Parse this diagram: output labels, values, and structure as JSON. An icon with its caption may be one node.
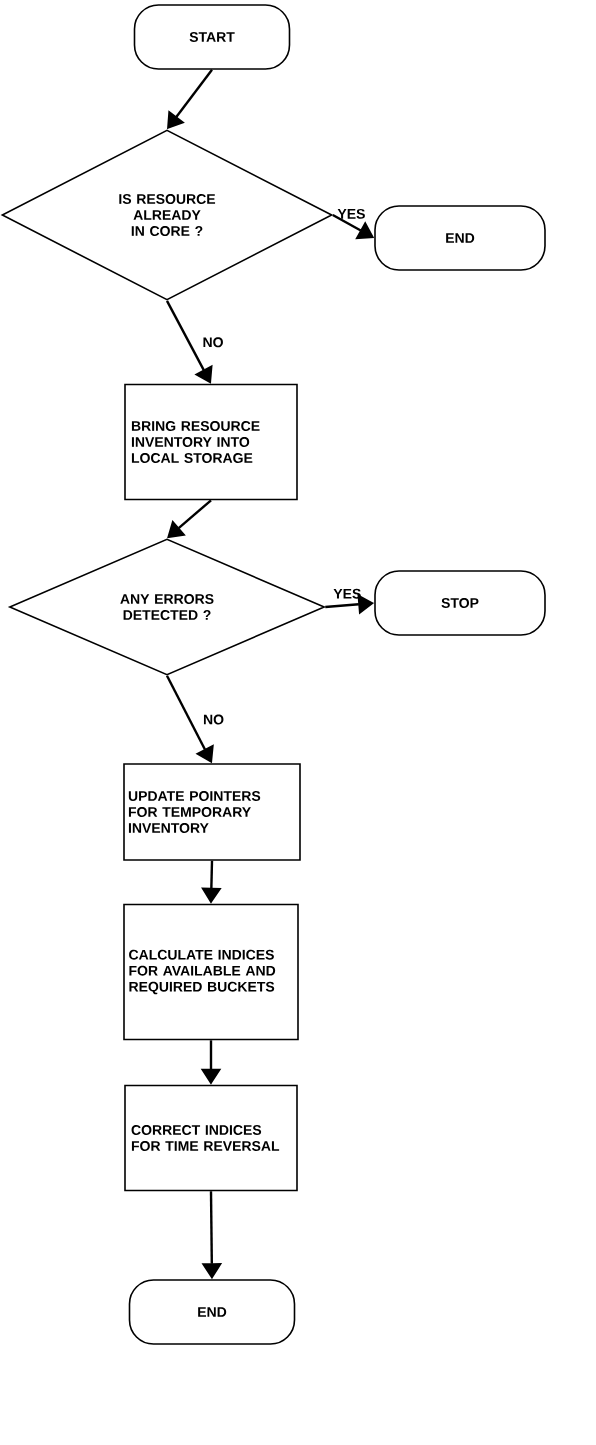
{
  "diagram": {
    "nodes": [
      {
        "text": [
          "START"
        ]
      },
      {
        "text": [
          "IS RESOURCE ALREADY IN CORE ?"
        ]
      },
      {
        "text": [
          "END"
        ]
      },
      {
        "text": [
          "BRING RESOURCE INVENTORY INTO LOCAL STORAGE"
        ]
      },
      {
        "text": [
          "ANY ERRORS DETECTED ?"
        ]
      },
      {
        "text": [
          "STOP"
        ]
      },
      {
        "text": [
          "UPDATE POINTERS FOR TEMPORARY INVENTORY"
        ]
      },
      {
        "text": [
          "CALCULATE INDICES FOR AVAILABLE AND REQUIRED BUCKETS"
        ]
      },
      {
        "text": [
          "CORRECT INDICES FOR TIME REVERSAL"
        ]
      },
      {
        "text": [
          "END"
        ]
      }
    ],
    "edges": [
      {
        "from": 0,
        "to": 1,
        "arrow": "to"
      },
      {
        "from": 1,
        "to": 2,
        "arrow": "to",
        "label": "YES"
      },
      {
        "from": 1,
        "to": 3,
        "arrow": "to",
        "label": "NO"
      },
      {
        "from": 3,
        "to": 4,
        "arrow": "to"
      },
      {
        "from": 4,
        "to": 5,
        "arrow": "to",
        "label": "YES"
      },
      {
        "from": 4,
        "to": 6,
        "arrow": "to",
        "label": "NO"
      },
      {
        "from": 6,
        "to": 7,
        "arrow": "to"
      },
      {
        "from": 7,
        "to": 8,
        "arrow": "to"
      },
      {
        "from": 8,
        "to": 9,
        "arrow": "to"
      }
    ]
  }
}
